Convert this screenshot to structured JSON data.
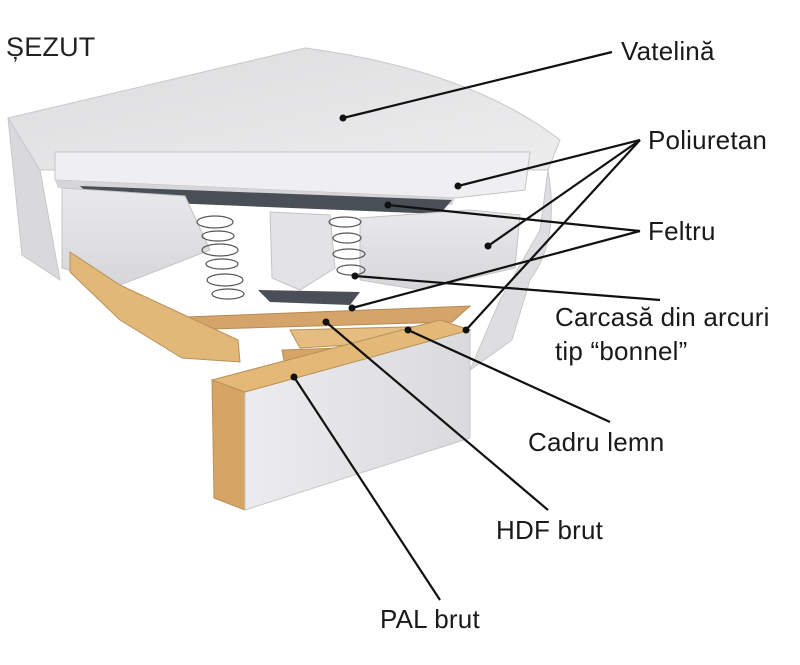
{
  "title": "ȘEZUT",
  "labels": {
    "vatelina": "Vatelină",
    "poliuretan": "Poliuretan",
    "feltru": "Feltru",
    "carcasa_line1": "Carcasă din arcuri",
    "carcasa_line2": "tip “bonnel”",
    "cadru": "Cadru lemn",
    "hdf": "HDF brut",
    "pal": "PAL brut"
  },
  "colors": {
    "foam": "#e6e6e8",
    "foam_shadow": "#cfcfd2",
    "felt": "#4a4e57",
    "wood": "#e2b878",
    "wood_dark": "#c9975a",
    "hdf": "#d4a46a",
    "leader": "#111111"
  }
}
